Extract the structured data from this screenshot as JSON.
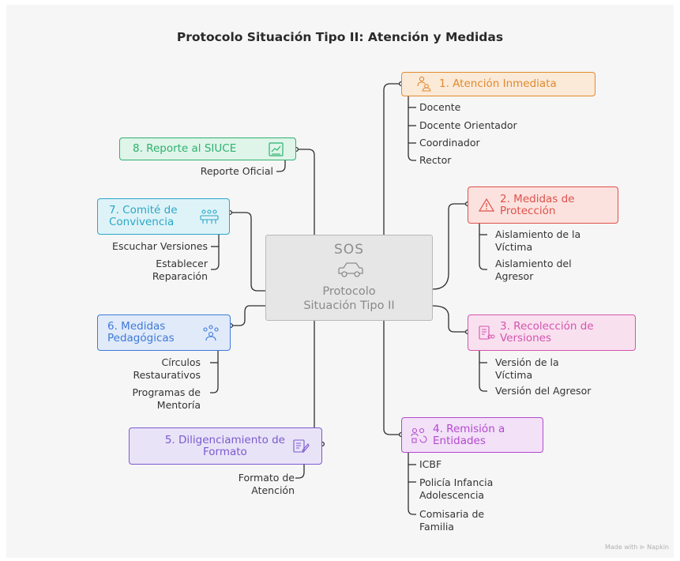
{
  "title": "Protocolo Situación Tipo II: Atención y Medidas",
  "center": {
    "icon_text": "SOS",
    "icon": "car-icon",
    "label": "Protocolo\nSituación Tipo II"
  },
  "nodes": [
    {
      "id": 1,
      "label": "1. Atención Inmediata",
      "icon": "people-icon",
      "color": "#e08a2f",
      "fill": "#fbead8",
      "items": [
        "Docente",
        "Docente Orientador",
        "Coordinador",
        "Rector"
      ]
    },
    {
      "id": 2,
      "label": "2. Medidas de\nProtección",
      "icon": "warning-icon",
      "color": "#e0514a",
      "fill": "#fbe2df",
      "items": [
        "Aislamiento de la\nVíctima",
        "Aislamiento del\nAgresor"
      ]
    },
    {
      "id": 3,
      "label": "3. Recolección de\nVersiones",
      "icon": "document-icon",
      "color": "#d454ae",
      "fill": "#f9e0ef",
      "items": [
        "Versión de la\nVíctima",
        "Versión del Agresor"
      ]
    },
    {
      "id": 4,
      "label": "4. Remisión a\nEntidades",
      "icon": "referral-icon",
      "color": "#b349cf",
      "fill": "#f2e1f7",
      "items": [
        "ICBF",
        "Policía Infancia\nAdolescencia",
        "Comisaria de\nFamilia"
      ]
    },
    {
      "id": 5,
      "label": "5. Diligenciamiento de\nFormato",
      "icon": "form-icon",
      "color": "#7a5ad0",
      "fill": "#e9e3f7",
      "items": [
        "Formato de\nAtención"
      ]
    },
    {
      "id": 6,
      "label": "6. Medidas\nPedagógicas",
      "icon": "group-icon",
      "color": "#3f7ad8",
      "fill": "#e0eaf9",
      "items": [
        "Círculos\nRestaurativos",
        "Programas de\nMentoría"
      ]
    },
    {
      "id": 7,
      "label": "7. Comité de\nConvivencia",
      "icon": "committee-icon",
      "color": "#2aa7c6",
      "fill": "#def3f8",
      "items": [
        "Escuchar Versiones",
        "Establecer\nReparación"
      ]
    },
    {
      "id": 8,
      "label": "8. Reporte al SIUCE",
      "icon": "report-icon",
      "color": "#2fb070",
      "fill": "#dff5e9",
      "items": [
        "Reporte Oficial"
      ]
    }
  ],
  "footer": "Made with ⊳ Napkin"
}
